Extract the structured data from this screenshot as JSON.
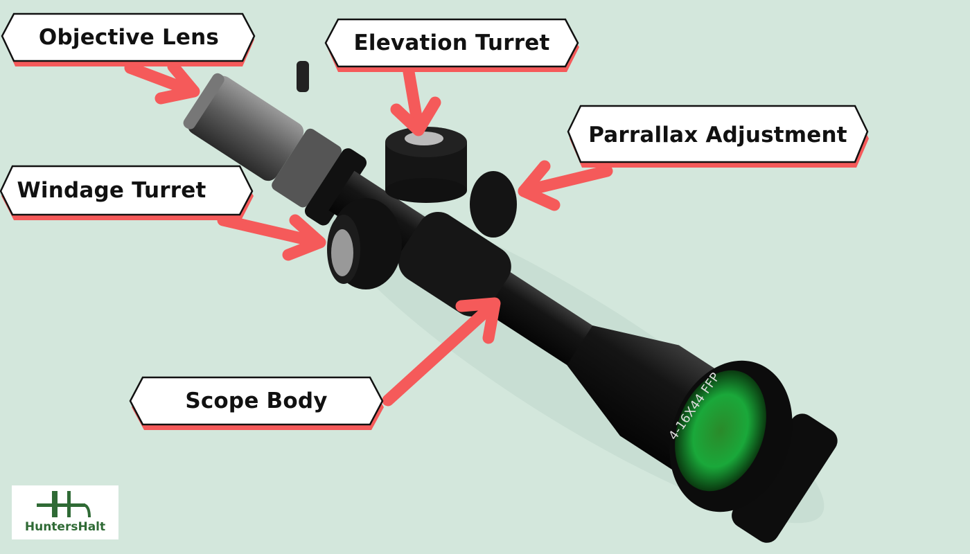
{
  "labels": {
    "objective_lens": "Objective Lens",
    "elevation_turret": "Elevation Turret",
    "parallax_adjustment": "Parrallax Adjustment",
    "windage_turret": "Windage Turret",
    "scope_body": "Scope Body"
  },
  "scope_marking": "4-16X44 FFP",
  "logo": {
    "text": "HuntersHalt"
  },
  "colors": {
    "background": "#d3e7dc",
    "accent": "#f55a5a",
    "label_fill": "#ffffff",
    "logo_green": "#2f6a35"
  }
}
